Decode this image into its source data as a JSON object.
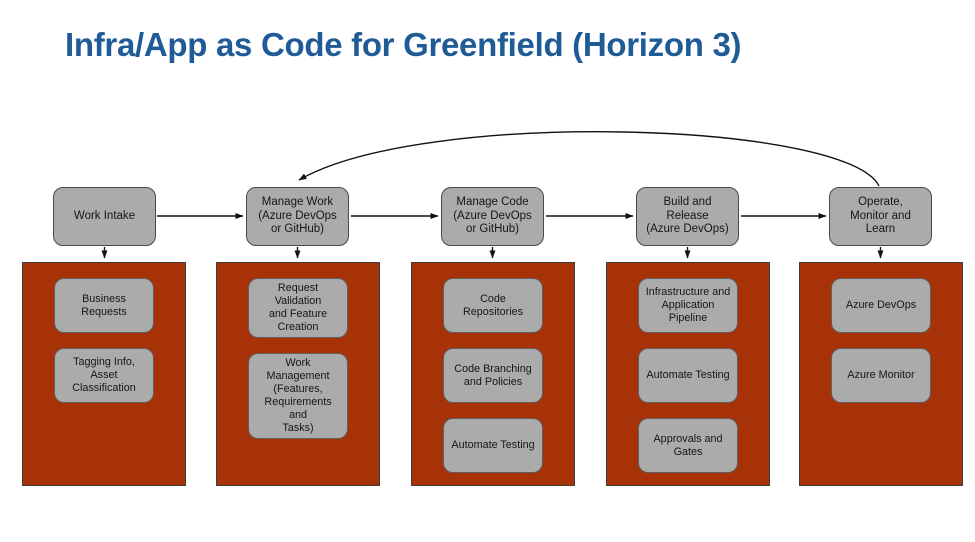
{
  "title": "Infra/App as Code for Greenfield (Horizon 3)",
  "colors": {
    "title_blue": "#1F5C97",
    "panel_red": "#A83208",
    "box_gray": "#ABABAB"
  },
  "stages": [
    {
      "label": "Work Intake",
      "items": [
        "Business Requests",
        "Tagging Info,\nAsset Classification"
      ]
    },
    {
      "label": "Manage Work\n(Azure DevOps\nor GitHub)",
      "items": [
        "Request Validation\nand Feature\nCreation",
        "Work Management\n(Features,\nRequirements and\nTasks)"
      ]
    },
    {
      "label": "Manage Code\n(Azure DevOps\nor GitHub)",
      "items": [
        "Code Repositories",
        "Code Branching\nand Policies",
        "Automate Testing"
      ]
    },
    {
      "label": "Build and\nRelease\n(Azure DevOps)",
      "items": [
        "Infrastructure and\nApplication Pipeline",
        "Automate Testing",
        "Approvals and\nGates"
      ]
    },
    {
      "label": "Operate,\nMonitor and\nLearn",
      "items": [
        "Azure DevOps",
        "Azure Monitor"
      ]
    }
  ],
  "feedback_loop": {
    "from": "Operate, Monitor and Learn",
    "to": "Manage Work"
  }
}
